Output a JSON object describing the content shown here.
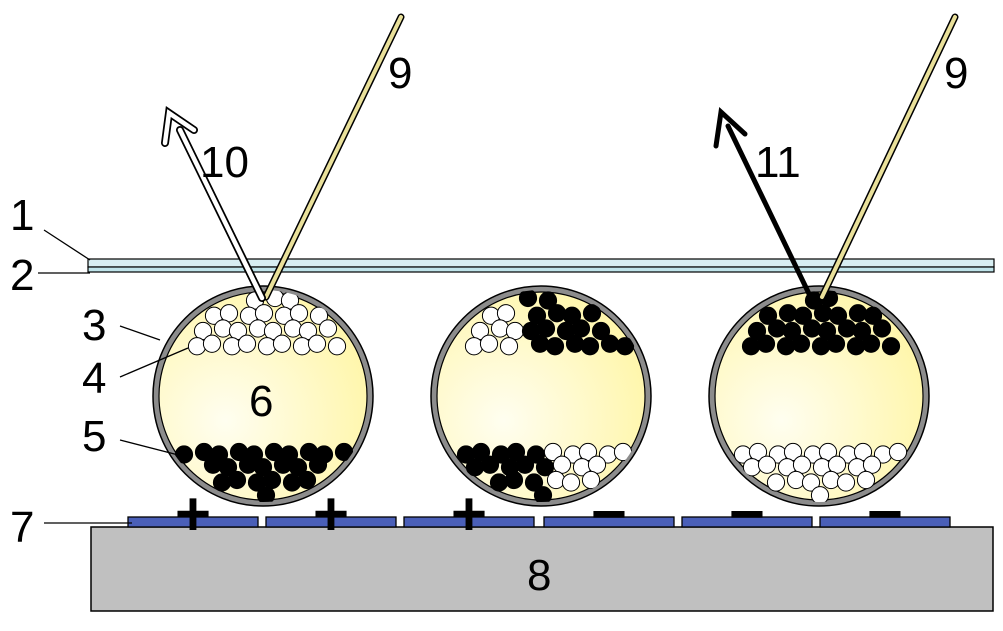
{
  "labels": {
    "top_sheet": "1",
    "electrode_layer": "2",
    "capsule_shell": "3",
    "white_particles": "4",
    "black_particles": "5",
    "fluid": "6",
    "bottom_electrodes": "7",
    "substrate": "8",
    "incident_light_left": "9",
    "incident_light_right": "9",
    "reflected_light": "10",
    "absorbed_light": "11"
  },
  "electrode_signs": [
    "+",
    "+",
    "+",
    "−",
    "−",
    "−"
  ],
  "colors": {
    "fluid_center": "#fffef0",
    "fluid_edge": "#fff6a8",
    "shell": "#8c8c8c",
    "substrate": "#c0c0c0",
    "electrode": "#4a5fb8",
    "top_layer": "#d7eef2",
    "incident_ray": "#e9e09a",
    "white_particle": "#ffffff",
    "black_particle": "#000000"
  }
}
